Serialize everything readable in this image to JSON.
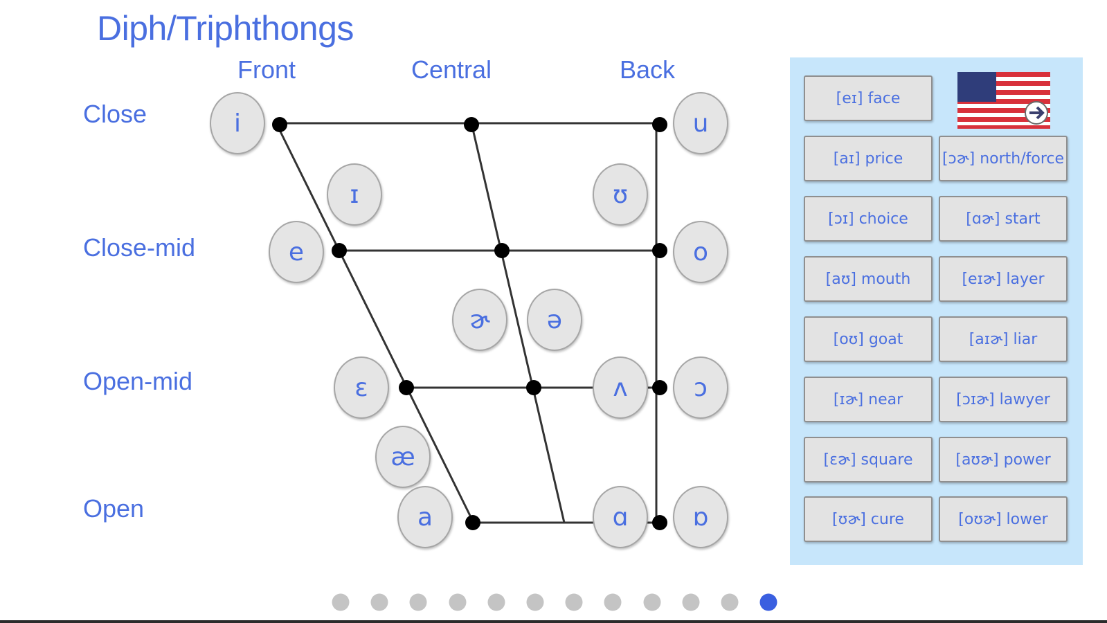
{
  "title": "Diph/Triphthongs",
  "columns": {
    "front": "Front",
    "central": "Central",
    "back": "Back"
  },
  "rows": {
    "close": "Close",
    "close_mid": "Close-mid",
    "open_mid": "Open-mid",
    "open": "Open"
  },
  "vowels": {
    "i": "i",
    "u": "u",
    "small_i": "ɪ",
    "upsilon": "ʊ",
    "e": "e",
    "o": "o",
    "schwa_r": "ɚ",
    "schwa": "ə",
    "epsilon": "ɛ",
    "wedge": "ʌ",
    "open_o": "ɔ",
    "ae": "æ",
    "a": "a",
    "script_a": "ɑ",
    "turned_script_a": "ɒ"
  },
  "buttons": {
    "face": "[eɪ] face",
    "price": "[aɪ] price",
    "north_force": "[ɔɚ] north/force",
    "choice": "[ɔɪ] choice",
    "start": "[ɑɚ] start",
    "mouth": "[aʊ] mouth",
    "layer": "[eɪɚ] layer",
    "goat": "[oʊ] goat",
    "liar": "[aɪɚ] liar",
    "near": "[ɪɚ] near",
    "lawyer": "[ɔɪɚ] lawyer",
    "square": "[ɛɚ] square",
    "power": "[aʊɚ] power",
    "cure": "[ʊɚ] cure",
    "lower": "[oʊɚ] lower"
  },
  "pagination": {
    "total": 12,
    "active_index": 11
  },
  "colors": {
    "accent": "#4a6fe0",
    "panel_bg": "#c7e6fb",
    "dot_inactive": "#c4c4c4",
    "dot_active": "#3a5fe0"
  },
  "icons": {
    "flag": "us-flag-arrow-icon"
  }
}
